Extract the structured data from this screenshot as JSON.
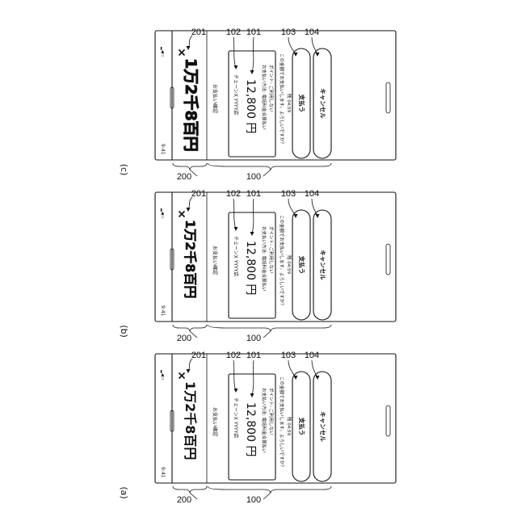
{
  "panels": [
    {
      "caption": "(a)",
      "big_amount": "1万2千8百円",
      "big_variant": "plain"
    },
    {
      "caption": "(b)",
      "big_amount": "1万2千8百円",
      "big_variant": "outlined"
    },
    {
      "caption": "(c)",
      "big_amount": "1万2千8百円",
      "big_variant": "hollow"
    }
  ],
  "screen": {
    "time": "9:41",
    "close_icon": "close-icon",
    "dialog_title": "お支払い確認",
    "merchant": "チェーンX YYYY店",
    "amount": "12,800 円",
    "payment_method": "お支払い方法: 電話料金合算払い",
    "points": "ポイント: ご利用しない",
    "confirm_question": "この金額でお支払いします。よろしいですか？",
    "timer": "残 04:59",
    "pay_label": "支払う",
    "cancel_label": "キャンセル"
  },
  "refs": {
    "region_screen": "200",
    "region_dialog": "100",
    "big_amount": "201",
    "merchant": "102",
    "amount": "101",
    "pay_button": "103",
    "cancel_button": "104"
  }
}
